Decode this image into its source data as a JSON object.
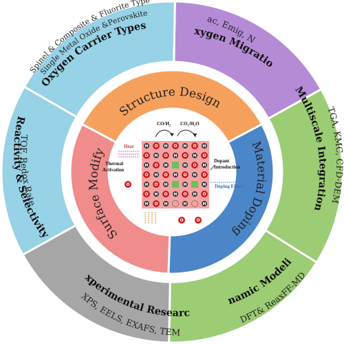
{
  "outer_ring": [
    {
      "title": "Oxygen Migration",
      "subtitle": "Evac, Emig, NEB",
      "color": "#b58bd6"
    },
    {
      "title": "Multiscale Integration",
      "subtitle": "TGA, KMC, CFD-DEM",
      "color": "#9ccc74"
    },
    {
      "title": "Dynamic Modeling",
      "subtitle": "DFT& ReaxFF-MD",
      "color": "#9ccc74"
    },
    {
      "title": "Experimental Research",
      "subtitle": "XPS, EELS, EXAFS, TEM",
      "color": "#a6a6a6"
    },
    {
      "title": "Reactivity & Selectivity",
      "subtitle": "TOF, Redox Rate",
      "color": "#98d2e6"
    },
    {
      "title": "Oxygen Carrier Types",
      "subtitle": "Single Metal Oxide &Perovskite",
      "subtitle2": "Spinel & Composite & Fluorite Type",
      "color": "#98d2e6"
    }
  ],
  "inner_ring": [
    {
      "title": "Structure Design",
      "color": "#f5a15d"
    },
    {
      "title": "Material Doping",
      "color": "#4b86c9"
    },
    {
      "title": "Surface Modify",
      "color": "#f08c8c"
    }
  ],
  "center": {
    "reactant": "CO/H₂",
    "product": "CO₂/H₂O",
    "heat": "Heat",
    "thermal_1": "Thermal",
    "thermal_2": "Activation",
    "dopant_1": "Dopant",
    "dopant_2": "Introduction",
    "doping_effect": "Doping Effect",
    "metal_symbol": "M",
    "oxygen_symbol": "O"
  }
}
